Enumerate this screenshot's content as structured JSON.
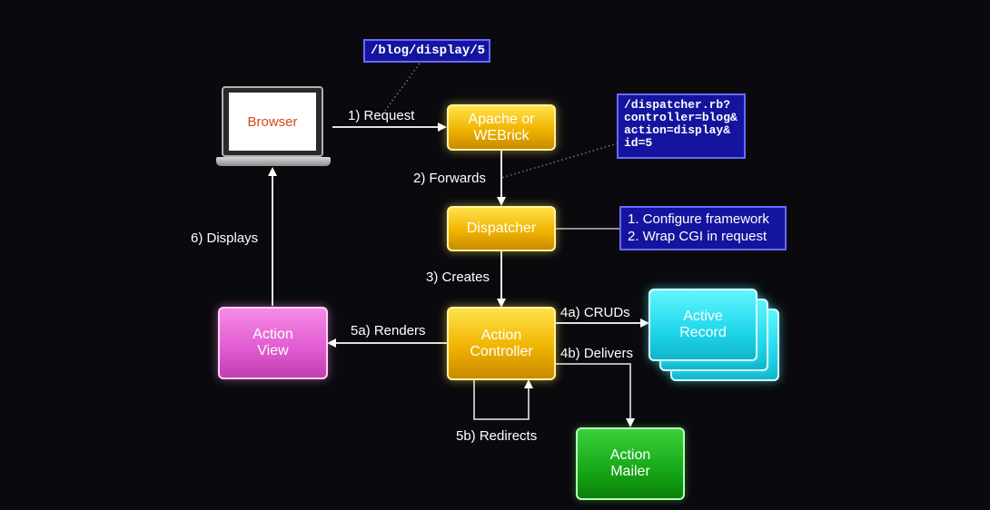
{
  "notes": {
    "url": "/blog/display/5",
    "dispatcher_url": "/dispatcher.rb?\ncontroller=blog&\naction=display&\nid=5",
    "dispatcher_tasks": "1. Configure framework\n2. Wrap CGI in request"
  },
  "nodes": {
    "browser": "Browser",
    "server": [
      "Apache or",
      "WEBrick"
    ],
    "dispatcher": "Dispatcher",
    "controller": [
      "Action",
      "Controller"
    ],
    "view": [
      "Action",
      "View"
    ],
    "record": [
      "Active",
      "Record"
    ],
    "mailer": [
      "Action",
      "Mailer"
    ]
  },
  "edges": {
    "request": "1) Request",
    "forwards": "2) Forwards",
    "creates": "3) Creates",
    "cruds": "4a) CRUDs",
    "delivers": "4b) Delivers",
    "renders": "5a) Renders",
    "redirects": "5b) Redirects",
    "displays": "6) Displays"
  },
  "colors": {
    "background": "#0a0a0e",
    "yellow_node": "#f0b400",
    "pink_node": "#e05ad0",
    "cyan_node": "#1fd6ea",
    "green_node": "#16a716",
    "note_bg": "#14149e"
  }
}
